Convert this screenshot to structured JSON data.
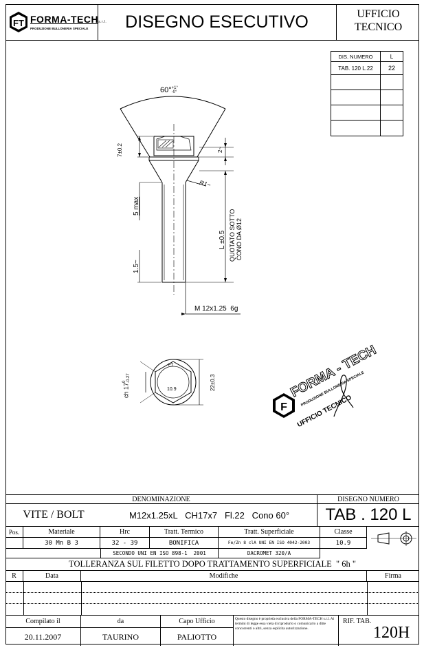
{
  "header": {
    "logo_text": "FORMA-TECH",
    "logo_suffix": "s.r.l.",
    "logo_subtitle": "PRODUZIONE BULLONERIA SPECIALE",
    "title": "DISEGNO ESECUTIVO",
    "dept_line1": "UFFICIO",
    "dept_line2": "TECNICO"
  },
  "size_table": {
    "headers": [
      "DIS. NUMERO",
      "L"
    ],
    "rows": [
      [
        "TAB. 120 L.22",
        "22"
      ],
      [
        "",
        ""
      ],
      [
        "",
        ""
      ],
      [
        "",
        ""
      ],
      [
        "",
        ""
      ]
    ]
  },
  "drawing": {
    "angle": "60°",
    "angle_tol_plus": "+1°",
    "angle_tol_minus": "-0°",
    "head_height": "7±0.2",
    "dim_2": "2~",
    "radius": "R1~",
    "dim_5max": "5 max",
    "dim_15": "1.5~",
    "length_label": "L ±0.5",
    "length_note1": "QUOTATO SOTTO",
    "length_note2": "CONO DA Ø12",
    "thread": "M 12x1.25  6g",
    "hex_mark": "FT",
    "class_mark": "10.9",
    "hex_ch": "ch 17",
    "hex_ch_tol": "-0.27",
    "hex_ch_tol0": "0",
    "hex_dia": "22±0.3"
  },
  "stamp": {
    "company": "FORMA - TECH",
    "subtitle": "PRODUZIONE BULLONERIA SPECIALE",
    "dept": "UFFICIO TECNICO"
  },
  "title_block": {
    "denominazione_label": "DENOMINAZIONE",
    "disegno_numero_label": "DISEGNO NUMERO",
    "name": "VITE / BOLT",
    "spec": "M12x1.25xL   CH17x7   Fl.22   Cono 60°",
    "drawing_number": "TAB . 120 L",
    "col_pos": "Pos.",
    "col_materiale": "Materiale",
    "col_hrc": "Hrc",
    "col_termico": "Tratt. Termico",
    "col_superficiale": "Tratt. Superficiale",
    "col_classe": "Classe",
    "materiale": "30 Mn B 3",
    "hrc": "32 - 39",
    "termico": "BONIFICA",
    "superficiale": "Fe/Zn 8 clA UNI EN ISO 4042-2003",
    "classe": "10.9",
    "norm_ref": "SECONDO UNI EN ISO 898-1  2001",
    "coating": "DACROMET 320/A",
    "tolerance_note": "TOLLERANZA SUL FILETTO DOPO TRATTAMENTO SUPERFICIALE  \" 6h \"",
    "rev_r": "R",
    "rev_data": "Data",
    "rev_modifiche": "Modifiche",
    "rev_firma": "Firma",
    "compilato_label": "Compilato il",
    "compilato_date": "20.11.2007",
    "da_label": "da",
    "da_name": "TAURINO",
    "capo_label": "Capo Ufficio",
    "capo_name": "PALIOTTO",
    "property_note": "Questo disegno è proprietà esclusiva della FORMA-TECH s.r.l. Ai termini di legge essa vieta di riprodurlo o comunicarlo a ditte concorrenti o altri, senza esplicita autorizzazione.",
    "rif_label": "RIF. TAB.",
    "rif_value": "120H"
  }
}
